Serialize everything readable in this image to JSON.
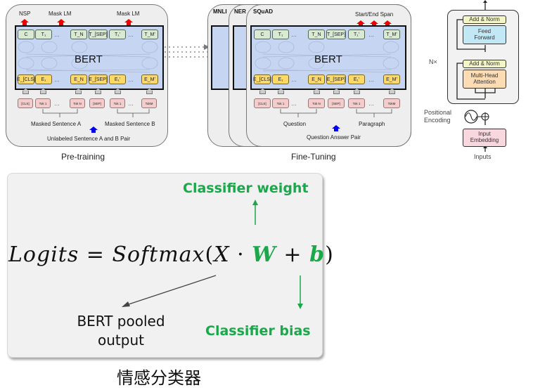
{
  "pretraining": {
    "caption": "Pre-training",
    "heads": [
      "NSP",
      "Mask LM",
      "Mask LM"
    ],
    "model_label": "BERT",
    "outputs": [
      "C",
      "T₁",
      "…",
      "T_N",
      "T_[SEP]",
      "T₁'",
      "…",
      "T_M'"
    ],
    "embeddings": [
      "E_[CLS]",
      "E₁",
      "…",
      "E_N",
      "E_[SEP]",
      "E₁'",
      "…",
      "E_M'"
    ],
    "inputs": [
      "[CLS]",
      "Tok 1",
      "…",
      "Tok N",
      "[SEP]",
      "Tok 1",
      "…",
      "TokM"
    ],
    "segment_a": "Masked Sentence A",
    "segment_b": "Masked Sentence B",
    "input_pair": "Unlabeled Sentence A and B Pair"
  },
  "finetuning": {
    "caption": "Fine-Tuning",
    "tasks": [
      "MNLI",
      "NER",
      "SQuAD"
    ],
    "head": "Start/End Span",
    "model_label": "BERT",
    "outputs": [
      "C",
      "T₁",
      "…",
      "T_N",
      "T_[SEP]",
      "T₁'",
      "…",
      "T_M'"
    ],
    "embeddings": [
      "E_[CLS]",
      "E₁",
      "…",
      "E_N",
      "E_[SEP]",
      "E₁'",
      "…",
      "E_M'"
    ],
    "inputs": [
      "[CLS]",
      "Tok 1",
      "…",
      "Tok N",
      "[SEP]",
      "Tok 1",
      "…",
      "TokM"
    ],
    "segment_a": "Question",
    "segment_b": "Paragraph",
    "input_pair": "Question Answer Pair"
  },
  "transformer": {
    "repeat_label": "N×",
    "add_norm": "Add & Norm",
    "feed_forward_1": "Feed",
    "feed_forward_2": "Forward",
    "attention_1": "Multi-Head",
    "attention_2": "Attention",
    "positional_1": "Positional",
    "positional_2": "Encoding",
    "embedding_1": "Input",
    "embedding_2": "Embedding",
    "inputs": "Inputs"
  },
  "classifier": {
    "formula": {
      "lhs": "Logits",
      "eq": " = ",
      "fn": "Softmax",
      "open": "(",
      "x": "X",
      "dot": " · ",
      "w": "W",
      "plus": " + ",
      "b": "b",
      "close": ")"
    },
    "weight_label": "Classifier weight",
    "bias_label": "Classifier bias",
    "pooled_label_1": "BERT pooled",
    "pooled_label_2": "output",
    "caption": "情感分类器",
    "accent_color": "#1aa84a"
  }
}
